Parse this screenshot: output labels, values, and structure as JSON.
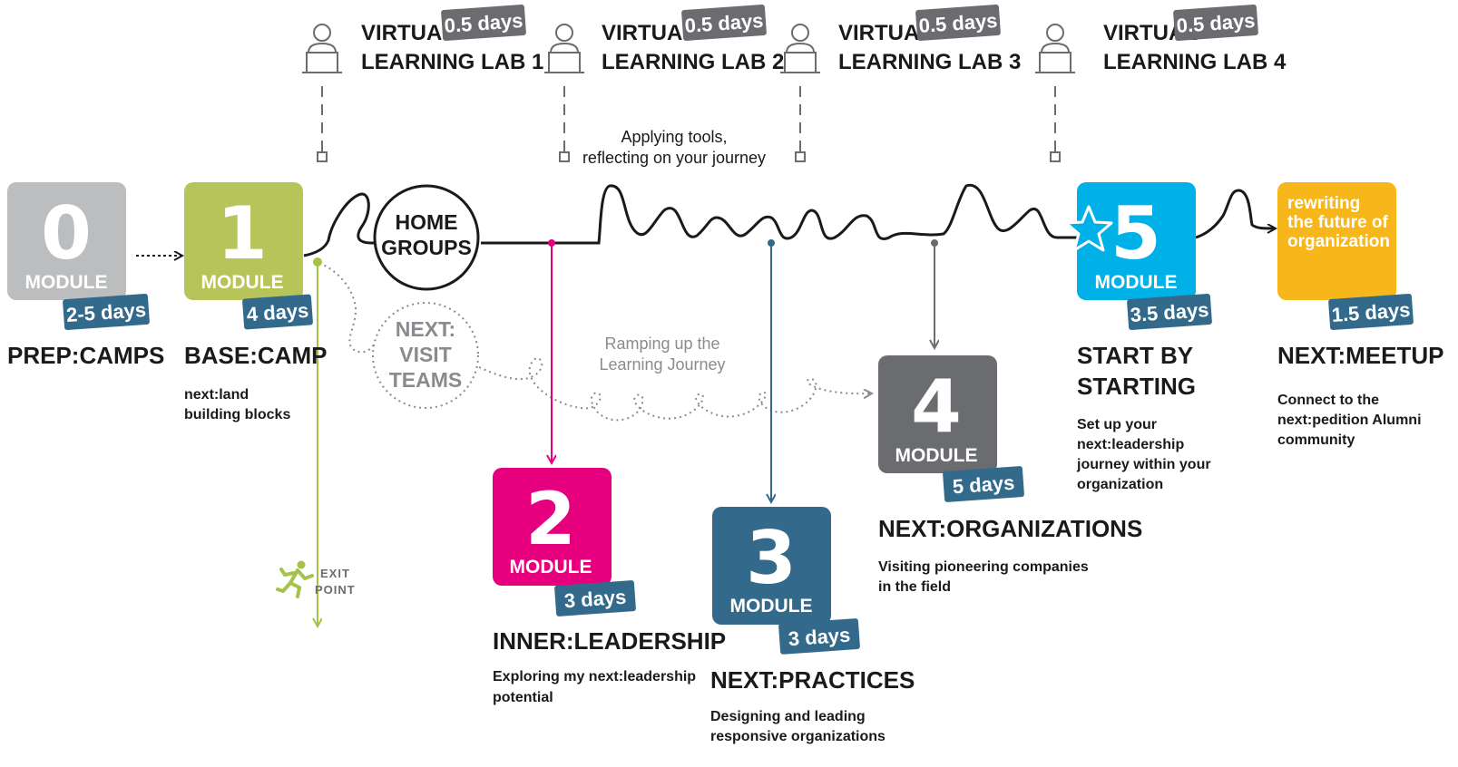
{
  "labs": [
    {
      "line1": "VIRTUAL",
      "line2": "LEARNING LAB 1",
      "duration": "0.5 days"
    },
    {
      "line1": "VIRTUAL",
      "line2": "LEARNING LAB 2",
      "duration": "0.5 days"
    },
    {
      "line1": "VIRTUAL",
      "line2": "LEARNING LAB 3",
      "duration": "0.5 days"
    },
    {
      "line1": "VIRTUAL",
      "line2": "LEARNING LAB 4",
      "duration": "0.5 days"
    }
  ],
  "applying_note": {
    "line1": "Applying tools,",
    "line2": "reflecting on your journey"
  },
  "ramping_note": {
    "line1": "Ramping up the",
    "line2": "Learning Journey"
  },
  "home_groups": {
    "line1": "HOME",
    "line2": "GROUPS"
  },
  "visit_teams": {
    "line1": "NEXT:",
    "line2": "VISIT",
    "line3": "TEAMS"
  },
  "exit_point": {
    "line1": "EXIT",
    "line2": "POINT"
  },
  "module_label": "MODULE",
  "modules": [
    {
      "number": "0",
      "duration": "2-5 days",
      "title": "PREP:CAMPS",
      "desc": [],
      "color": "#bcbdbf"
    },
    {
      "number": "1",
      "duration": "4 days",
      "title": "BASE:CAMP",
      "desc": [
        "next:land",
        "building blocks"
      ],
      "color": "#b7c45a"
    },
    {
      "number": "2",
      "duration": "3 days",
      "title": "INNER:LEADERSHIP",
      "desc": [
        "Exploring my next:leadership",
        "potential"
      ],
      "color": "#e6007e"
    },
    {
      "number": "3",
      "duration": "3 days",
      "title": "NEXT:PRACTICES",
      "desc": [
        "Designing and leading",
        "responsive organizations"
      ],
      "color": "#336a8c"
    },
    {
      "number": "4",
      "duration": "5 days",
      "title": "NEXT:ORGANIZATIONS",
      "desc": [
        "Visiting pioneering companies",
        "in the field"
      ],
      "color": "#6b6c70"
    },
    {
      "number": "5",
      "duration": "3.5 days",
      "title_lines": [
        "START BY",
        "STARTING"
      ],
      "desc": [
        "Set up your",
        "next:leadership",
        "journey within your",
        "organization"
      ],
      "color": "#00b1e8"
    }
  ],
  "final": {
    "tile_text": [
      "rewriting",
      "the future of",
      "organization"
    ],
    "duration": "1.5 days",
    "title": "NEXT:MEETUP",
    "desc": [
      "Connect to the",
      "next:pedition Alumni",
      "community"
    ],
    "color": "#f7b619"
  },
  "colors": {
    "dark_text": "#1a1a1a",
    "tag_dark": "#6b6c70",
    "tag_blue": "#336a8c",
    "exit_green": "#a5c24a",
    "dotted": "#8a8b8e"
  },
  "icons": [
    "person-at-laptop-icon",
    "star-icon",
    "running-exit-icon"
  ]
}
